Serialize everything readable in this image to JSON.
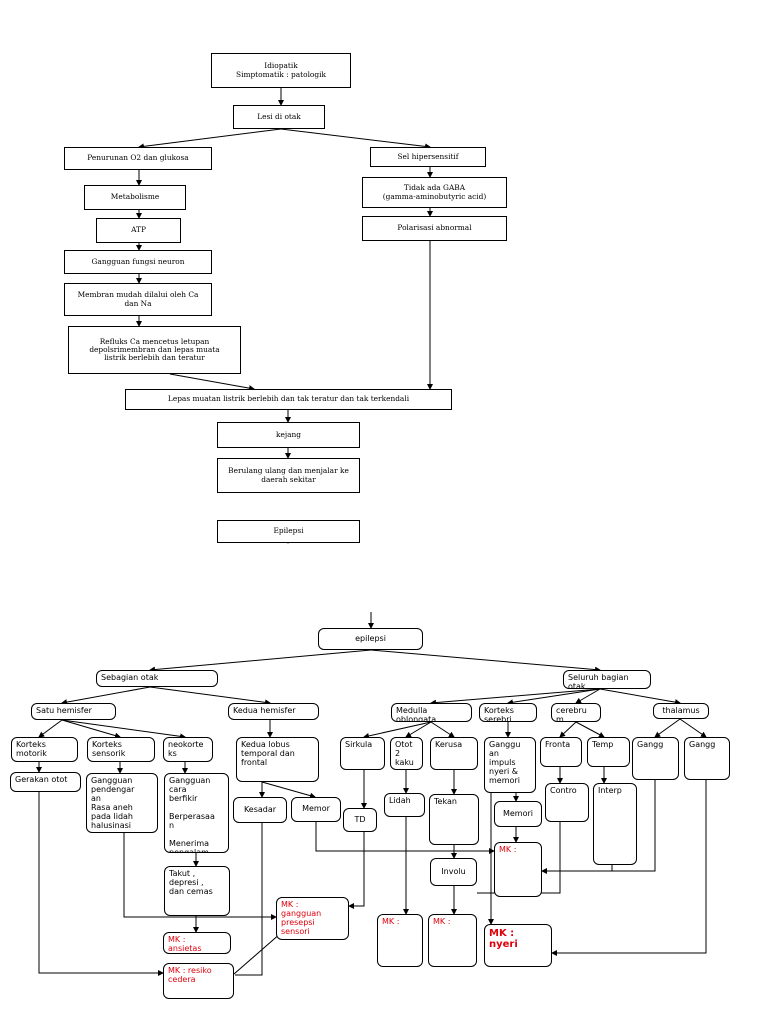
{
  "top": {
    "idiopatik": "Idiopatik\nSimptomatik : patologik",
    "lesi": "Lesi di otak",
    "penurunan": "Penurunan O2 dan glukosa",
    "metabolisme": "Metabolisme",
    "atp": "ATP",
    "gangguan_fungsi": "Gangguan fungsi neuron",
    "membran": "Membran mudah dilalui oleh Ca\ndan Na",
    "refluks": "Refluks Ca mencetus letupan\ndepolsrimembran dan lepas muata\nlistrik berlebih dan teratur",
    "sel_hiper": "Sel hipersensitif",
    "tidak_gaba": "Tidak ada GABA\n(gamma-aminobutyric acid)",
    "polarisasi": "Polarisasi abnormal",
    "lepas_muatan": "Lepas muatan listrik berlebih dan tak teratur dan tak terkendali",
    "kejang": "kejang",
    "berulang": "Berulang ulang dan menjalar ke\ndaerah sekitar",
    "epilepsi_top": "Epilepsi"
  },
  "bottom": {
    "epilepsi": "epilepsi",
    "sebagian_otak": "Sebagian otak",
    "seluruh_otak": "Seluruh bagian\notak",
    "satu_hemisfer": "Satu hemisfer",
    "kedua_hemisfer": "Kedua hemisfer",
    "korteks_motorik": "Korteks\nmotorik",
    "korteks_sensorik": "Korteks\nsensorik",
    "neokorteks": "neokorte\nks",
    "kedua_lobus": "Kedua lobus\ntemporal dan\nfrontal",
    "gerakan_otot": "Gerakan otot",
    "gg_pendengaran": "Gangguan\npendengar\nan\nRasa aneh\npada lidah\nhalusinasi",
    "gg_berfikir": "Gangguan\ncara\nberfikir\n\nBerperasaa\nn\n\nMenerima\npengalam\nan",
    "takut": "Takut ,\ndepresi ,\ndan cemas",
    "kesadar": "Kesadar",
    "memor": "Memor",
    "medulla": "Medulla\noblongata",
    "korteks_serebri": "Korteks\nserebri",
    "cerebrum": "cerebru\nm",
    "thalamus": "thalamus",
    "sirkula": "Sirkula",
    "otot_kaku": "Otot\n2\nkaku",
    "kerusa": "Kerusa",
    "gangguan_impuls": "Ganggu\nan\nimpuls\nnyeri &\nmemori",
    "fronta": "Fronta",
    "temp": "Temp",
    "gangg1": "Gangg",
    "gangg2": "Gangg",
    "td": "TD",
    "lidah": "Lidah",
    "tekan": "Tekan",
    "memori": "Memori",
    "contro": "Contro",
    "interp": "Interp",
    "involu": "Involu",
    "mk_gangguan_persepsi": "MK :\ngangguan\npresepsi\nsensori",
    "mk_ansietas": "MK :\nansietas",
    "mk_resiko": "MK : resiko\ncedera",
    "mk_1": "MK :",
    "mk_2": "MK :",
    "mk_3": "MK :",
    "mk_nyeri": "MK :\nnyeri"
  },
  "colors": {
    "line": "#000000",
    "mk_text": "#e0000c"
  }
}
